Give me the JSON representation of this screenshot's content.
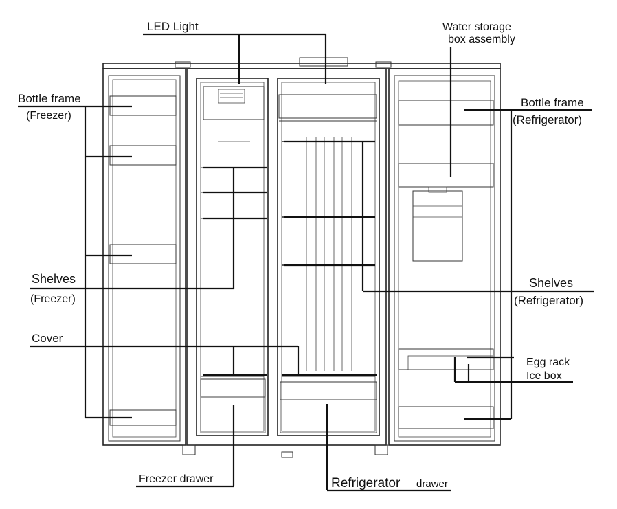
{
  "labels": {
    "led_light": "LED Light",
    "water_storage_1": "Water storage",
    "water_storage_2": "box assembly",
    "bottle_frame_freezer_1": "Bottle frame",
    "bottle_frame_freezer_2": "(Freezer)",
    "bottle_frame_fridge_1": "Bottle frame",
    "bottle_frame_fridge_2": "(Refrigerator)",
    "shelves_freezer_1": "Shelves",
    "shelves_freezer_2": "(Freezer)",
    "shelves_fridge_1": "Shelves",
    "shelves_fridge_2": "(Refrigerator)",
    "cover": "Cover",
    "egg_rack": "Egg rack",
    "ice_box": "Ice box",
    "freezer_drawer": "Freezer drawer",
    "fridge_drawer_1": "Refrigerator",
    "fridge_drawer_2": "drawer"
  }
}
